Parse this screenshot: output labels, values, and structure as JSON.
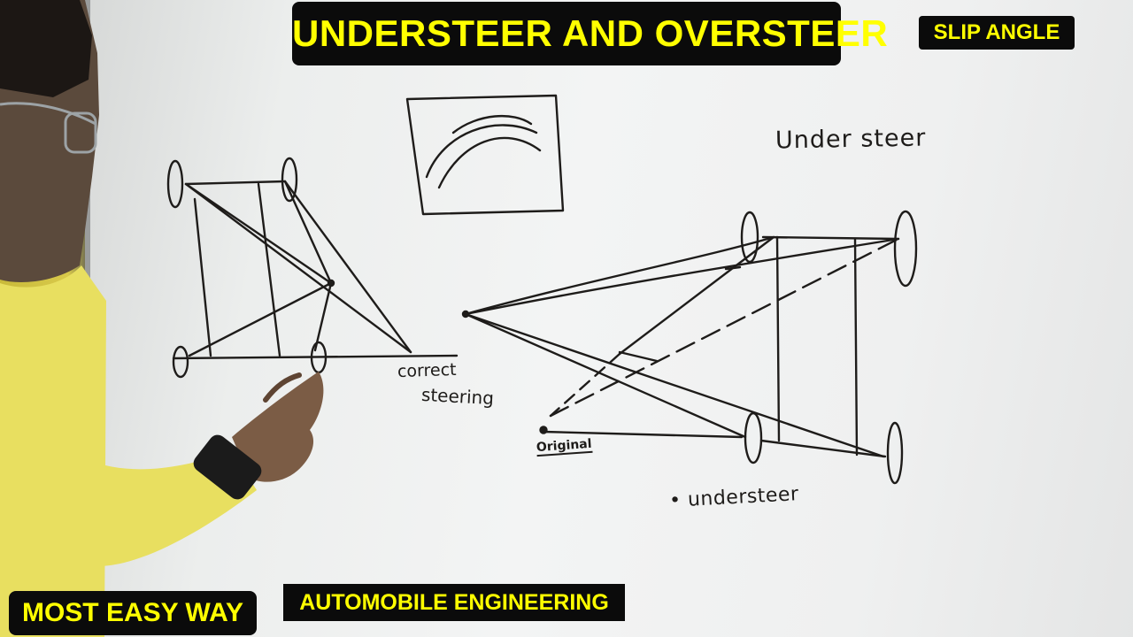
{
  "banners": {
    "title": "UNDERSTEER AND OVERSTEER",
    "topic": "SLIP ANGLE",
    "tagline": "MOST EASY WAY",
    "subject": "AUTOMOBILE ENGINEERING"
  },
  "whiteboard": {
    "labels": {
      "understeer_heading": "Under steer",
      "correct": "correct",
      "steering": "steering",
      "original": "Original",
      "understeer_note": "• understeer"
    }
  },
  "colors": {
    "banner_background": "#0b0b0b",
    "banner_text": "#ffff00",
    "marker_ink": "#1e1c1a",
    "whiteboard": "#f0f1f1",
    "shirt": "#e8df60"
  }
}
